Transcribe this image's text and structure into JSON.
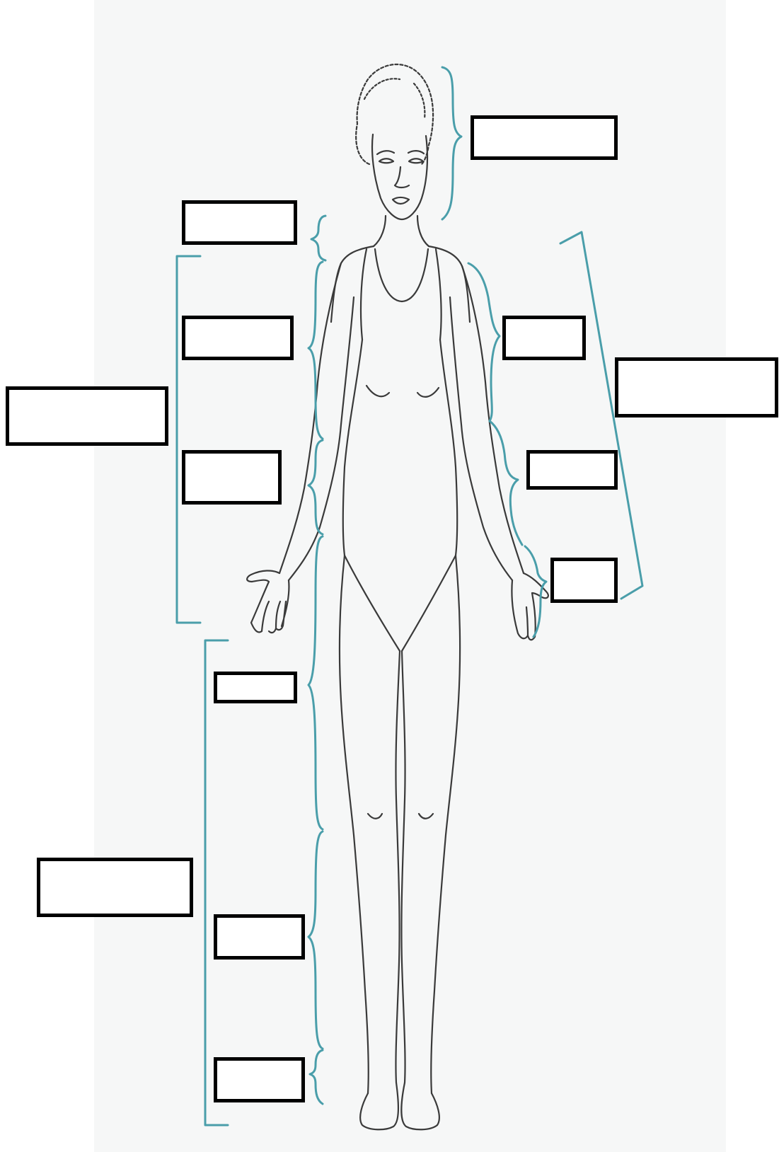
{
  "diagram": {
    "type": "anatomical-labeling-worksheet",
    "bracket_color": "#4a9eaa",
    "figure_stroke": "#3a3a3a",
    "boxes": [
      {
        "id": "head",
        "label": ""
      },
      {
        "id": "neck",
        "label": ""
      },
      {
        "id": "thorax",
        "label": ""
      },
      {
        "id": "axial",
        "label": ""
      },
      {
        "id": "abdomen",
        "label": ""
      },
      {
        "id": "upper-arm",
        "label": ""
      },
      {
        "id": "upper-limb",
        "label": ""
      },
      {
        "id": "forearm",
        "label": ""
      },
      {
        "id": "hand",
        "label": ""
      },
      {
        "id": "thigh",
        "label": ""
      },
      {
        "id": "lower-limb",
        "label": ""
      },
      {
        "id": "leg",
        "label": ""
      },
      {
        "id": "foot",
        "label": ""
      }
    ]
  }
}
